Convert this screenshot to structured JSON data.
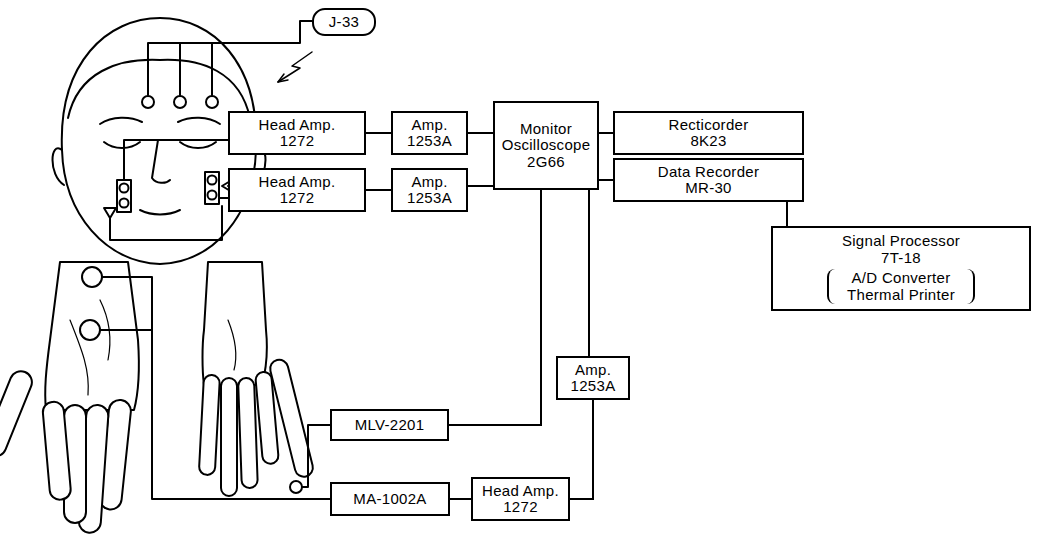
{
  "diagram": {
    "nodes": [
      {
        "text": [
          "J-33"
        ]
      },
      {
        "text": [
          "Head Amp. 1272"
        ]
      },
      {
        "text": [
          "Amp. 1253A"
        ]
      },
      {
        "text": [
          "Monitor Oscilloscope 2G66"
        ]
      },
      {
        "text": [
          "Recticorder 8K23"
        ]
      },
      {
        "text": [
          "Data Recorder MR-30"
        ]
      },
      {
        "text": [
          "Head Amp. 1272"
        ]
      },
      {
        "text": [
          "Amp. 1253A"
        ]
      },
      {
        "text": [
          "Signal Processor 7T-18",
          "A/D Converter Thermal Printer"
        ]
      },
      {
        "text": [
          "Amp. 1253A"
        ]
      },
      {
        "text": [
          "MLV-2201"
        ]
      },
      {
        "text": [
          "MA-1002A"
        ]
      },
      {
        "text": [
          "Head Amp. 1272"
        ]
      }
    ],
    "edges": [
      {
        "from": 1,
        "to": 2,
        "arrow": "none"
      },
      {
        "from": 2,
        "to": 3,
        "arrow": "none"
      },
      {
        "from": 6,
        "to": 7,
        "arrow": "none"
      },
      {
        "from": 7,
        "to": 3,
        "arrow": "none"
      },
      {
        "from": 3,
        "to": 4,
        "arrow": "none"
      },
      {
        "from": 3,
        "to": 5,
        "arrow": "none"
      },
      {
        "from": 5,
        "to": 8,
        "arrow": "none"
      },
      {
        "from": 10,
        "to": 3,
        "arrow": "none"
      },
      {
        "from": 9,
        "to": 3,
        "arrow": "none"
      },
      {
        "from": 12,
        "to": 9,
        "arrow": "none"
      },
      {
        "from": 11,
        "to": 12,
        "arrow": "none"
      }
    ]
  }
}
